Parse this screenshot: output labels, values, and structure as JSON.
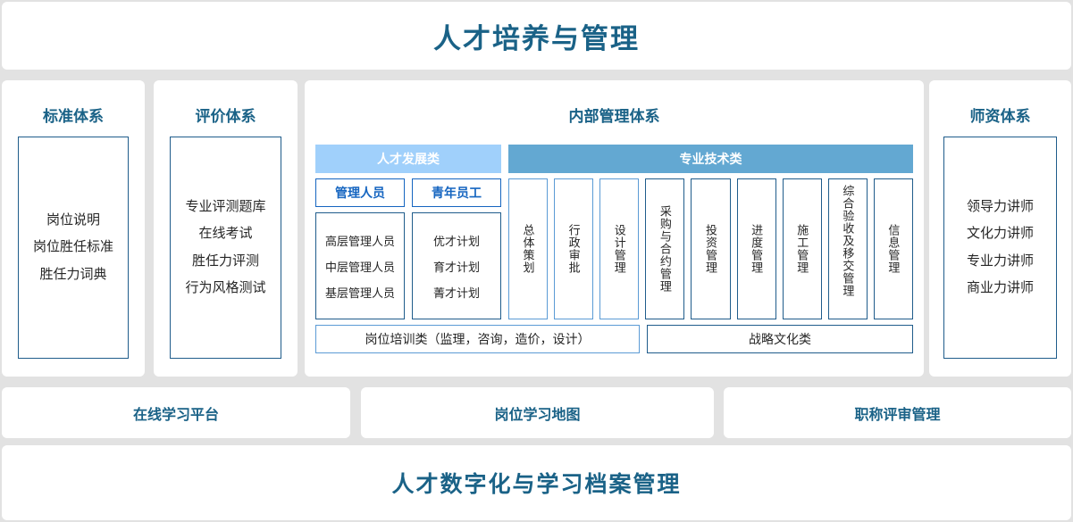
{
  "header": {
    "title": "人才培养与管理"
  },
  "footer": {
    "title": "人才数字化与学习档案管理"
  },
  "standard_system": {
    "heading": "标准体系",
    "items": [
      "岗位说明",
      "岗位胜任标准",
      "胜任力词典"
    ]
  },
  "evaluation_system": {
    "heading": "评价体系",
    "items": [
      "专业评测题库",
      "在线考试",
      "胜任力评测",
      "行为风格测试"
    ]
  },
  "internal_management": {
    "heading": "内部管理体系",
    "banners": {
      "development": "人才发展类",
      "technical": "专业技术类"
    },
    "development_columns": [
      {
        "title": "管理人员",
        "items": [
          "高层管理人员",
          "中层管理人员",
          "基层管理人员"
        ]
      },
      {
        "title": "青年员工",
        "items": [
          "优才计划",
          "育才计划",
          "菁才计划"
        ]
      }
    ],
    "technical_boxes": [
      {
        "label": "总体策划",
        "tone": "light",
        "align": "center"
      },
      {
        "label": "行政审批",
        "tone": "light",
        "align": "center"
      },
      {
        "label": "设计管理",
        "tone": "light",
        "align": "center"
      },
      {
        "label": "采购与合约管理",
        "tone": "dark",
        "align": "center"
      },
      {
        "label": "投资管理",
        "tone": "dark",
        "align": "center"
      },
      {
        "label": "进度管理",
        "tone": "dark",
        "align": "center"
      },
      {
        "label": "施工管理",
        "tone": "dark",
        "align": "center"
      },
      {
        "label": "综合验收及移交管理",
        "tone": "dark",
        "align": "top"
      },
      {
        "label": "信息管理",
        "tone": "dark",
        "align": "center"
      }
    ],
    "bottom_strips": [
      {
        "label": "岗位培训类（监理，咨询，造价，设计）",
        "tone": "light"
      },
      {
        "label": "战略文化类",
        "tone": "dark"
      }
    ]
  },
  "faculty_system": {
    "heading": "师资体系",
    "items": [
      "领导力讲师",
      "文化力讲师",
      "专业力讲师",
      "商业力讲师"
    ]
  },
  "platforms": [
    {
      "label": "在线学习平台"
    },
    {
      "label": "岗位学习地图"
    },
    {
      "label": "职称评审管理"
    }
  ],
  "colors": {
    "title_blue": "#1a6287",
    "accent_blue": "#1565c0",
    "banner_light": "#a0d0fb",
    "banner_dark": "#63a8d2",
    "border_light": "#5b9bd5",
    "border_dark": "#1f5c8b",
    "page_bg": "#e2e2e2"
  }
}
